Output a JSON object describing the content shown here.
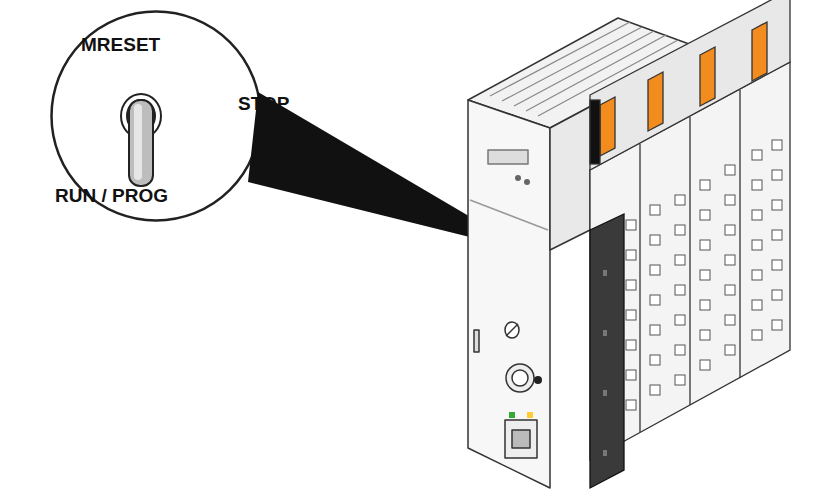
{
  "diagram": {
    "nodes": [
      {
        "text": [
          "MRESET",
          "STOP",
          "RUN / PROG"
        ]
      }
    ]
  }
}
